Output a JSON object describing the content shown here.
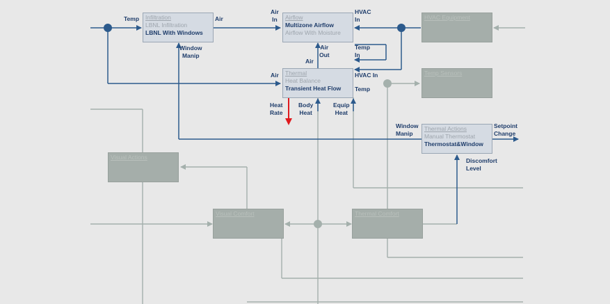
{
  "blocks": {
    "infiltration": {
      "title": "Infiltration",
      "opt1": "LBNL Infiltration",
      "opt2": "LBNL With Windows"
    },
    "airflow": {
      "title": "Airflow",
      "opt1": "Multizone Airflow",
      "opt2": "Airflow With Moisture"
    },
    "hvac_equipment": {
      "title": "HVAC Equipment"
    },
    "thermal": {
      "title": "Thermal",
      "opt1": "Heat Balance",
      "opt2": "Transient Heat Flow"
    },
    "temp_sensors": {
      "title": "Temp Sensors"
    },
    "thermal_actions": {
      "title": "Thermal Actions",
      "opt1": "Manual Thermostat",
      "opt2": "Thermostat&Window"
    },
    "visual_actions": {
      "title": "Visual Actions"
    },
    "visual_comfort": {
      "title": "Visual Comfort"
    },
    "thermal_comfort": {
      "title": "Thermal Comfort"
    }
  },
  "ports": {
    "temp_in": "Temp",
    "air_out_infil": "Air",
    "window_manip_l1": "Window",
    "window_manip_l2": "Manip",
    "air_in_l1": "Air",
    "air_in_l2": "In",
    "hvac_in_l1": "HVAC",
    "hvac_in_l2": "In",
    "air_out_l1": "Air",
    "air_out_l2": "Out",
    "temp_in2_l1": "Temp",
    "temp_in2_l2": "In",
    "air_thermal_top": "Air",
    "air_thermal_left": "Air",
    "hvac_in_thermal": "HVAC In",
    "temp_thermal": "Temp",
    "heat_rate_l1": "Heat",
    "heat_rate_l2": "Rate",
    "body_heat_l1": "Body",
    "body_heat_l2": "Heat",
    "equip_heat_l1": "Equip",
    "equip_heat_l2": "Heat",
    "window_manip2_l1": "Window",
    "window_manip2_l2": "Manip",
    "setpoint_l1": "Setpoint",
    "setpoint_l2": "Change",
    "discomfort_l1": "Discomfort",
    "discomfort_l2": "Level"
  },
  "colors": {
    "background": "#e8e8e8",
    "active_line": "#2c5a8c",
    "inactive_line": "#a4b0ac",
    "heat_arrow": "#e0191d",
    "label_text": "#1f3d6b"
  }
}
